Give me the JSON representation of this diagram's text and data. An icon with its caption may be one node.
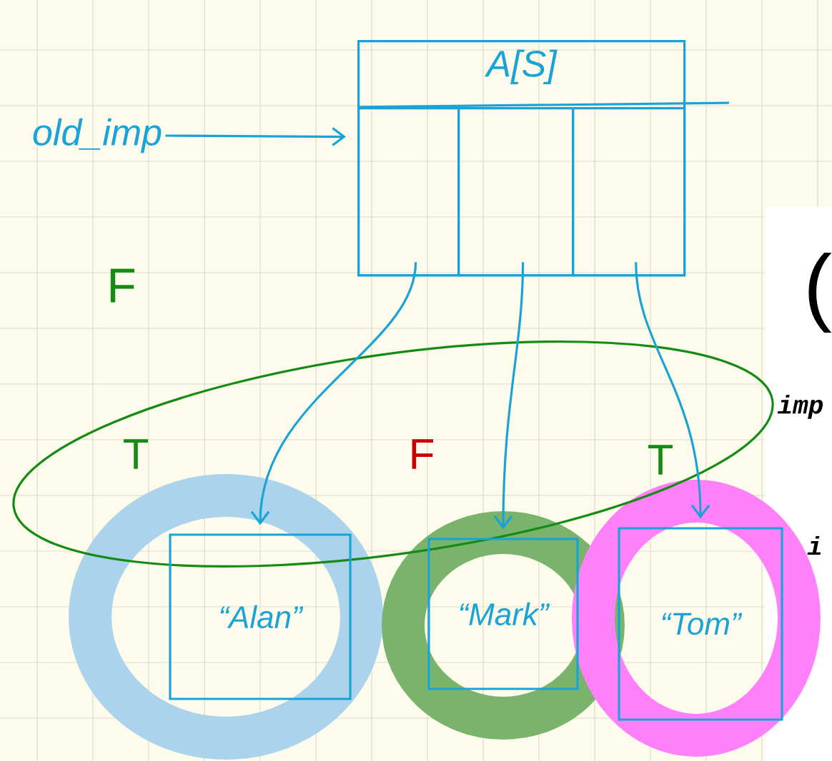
{
  "diagram": {
    "nodes": [
      {
        "text": [
          "old_imp"
        ]
      },
      {
        "text": [
          "A[S]"
        ]
      },
      {
        "text": [],
        "shape": "box",
        "in": 1
      },
      {
        "text": [],
        "shape": "box",
        "in": 1
      },
      {
        "text": [],
        "shape": "box",
        "in": 1
      },
      {
        "text": [
          "“Alan”"
        ]
      },
      {
        "text": [
          "“Mark”"
        ]
      },
      {
        "text": [
          "“Tom”"
        ]
      }
    ],
    "edges": [
      {
        "from": 0,
        "to": 1,
        "arrow": "to"
      },
      {
        "from": 2,
        "to": 5,
        "arrow": "to"
      },
      {
        "from": 3,
        "to": 6,
        "arrow": "to"
      },
      {
        "from": 4,
        "to": 7,
        "arrow": "to"
      }
    ],
    "labels": [
      "F",
      "T",
      "F",
      "T",
      "(",
      "imp",
      "i"
    ]
  }
}
